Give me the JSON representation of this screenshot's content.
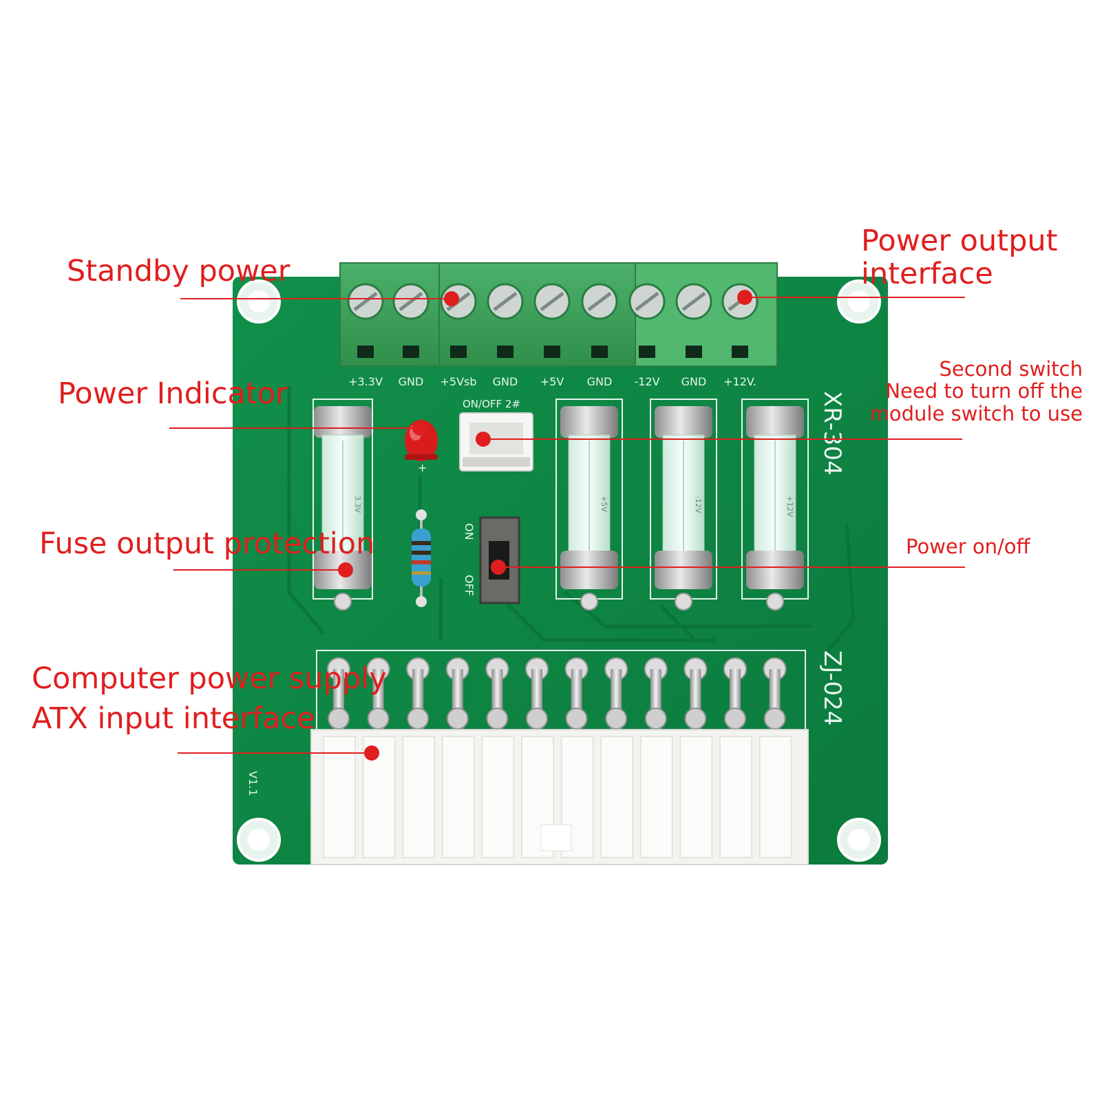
{
  "callouts": {
    "standby": "Standby power",
    "power_output_line1": "Power output",
    "power_output_line2": "interface",
    "power_indicator": "Power Indicator",
    "second_switch_line1": "Second switch",
    "second_switch_line2": "Need to turn off the",
    "second_switch_line3": "module switch to use",
    "fuse": "Fuse output protection",
    "power_onoff": "Power on/off",
    "atx_line1": "Computer power supply",
    "atx_line2": "ATX input interface"
  },
  "board": {
    "terminal_labels": [
      "+3.3V",
      "GND",
      "+5Vsb",
      "GND",
      "+5V",
      "GND",
      "-12V",
      "GND",
      "+12V."
    ],
    "switch_connector_label": "ON/OFF 2#",
    "model_top": "XR-304",
    "model_bottom": "ZJ-024",
    "version": "V1.1",
    "switch_on": "ON",
    "switch_off": "OFF",
    "fuse_labels": [
      "3.3V",
      "+5V",
      "-12V",
      "+12V"
    ]
  },
  "colors": {
    "pcb": "#0f8a45",
    "terminal_green": "#3fa35d",
    "callout_red": "#e01e1e"
  }
}
